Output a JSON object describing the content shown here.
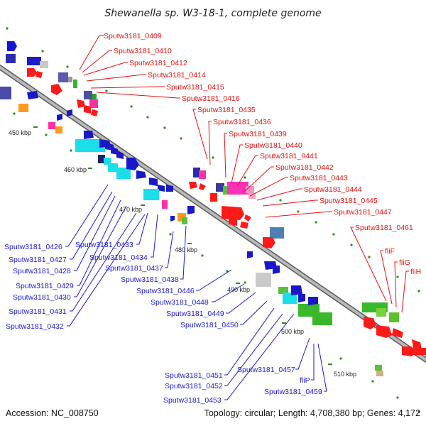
{
  "title": "Shewanella sp. W3-18-1, complete genome",
  "footer": {
    "accession": "Accession: NC_008750",
    "topology": "Topology: circular; Length: 4,708,380 bp; Genes: 4,172"
  },
  "colors": {
    "top_labels": "#e8100f",
    "bottom_labels": "#1a1adb",
    "backbone": "#8f8f8f"
  },
  "ticks": [
    "450 kbp",
    "460 kbp",
    "470 kbp",
    "480 kbp",
    "490 kbp",
    "500 kbp",
    "510 kbp"
  ],
  "top_labels": [
    "Sputw3181_0409",
    "Sputw3181_0410",
    "Sputw3181_0412",
    "Sputw3181_0414",
    "Sputw3181_0415",
    "Sputw3181_0416",
    "Sputw3181_0435",
    "Sputw3181_0436",
    "Sputw3181_0439",
    "Sputw3181_0440",
    "Sputw3181_0441",
    "Sputw3181_0442",
    "Sputw3181_0443",
    "Sputw3181_0444",
    "Sputw3181_0445",
    "Sputw3181_0447",
    "Sputw3181_0461",
    "fliF",
    "fliG",
    "fliH"
  ],
  "bottom_labels": [
    "Sputw3181_0426",
    "Sputw3181_0427",
    "Sputw3181_0428",
    "Sputw3181_0429",
    "Sputw3181_0430",
    "Sputw3181_0431",
    "Sputw3181_0432",
    "Sputw3181_0433",
    "Sputw3181_0434",
    "Sputw3181_0437",
    "Sputw3181_0438",
    "Sputw3181_0446",
    "Sputw3181_0448",
    "Sputw3181_0449",
    "Sputw3181_0450",
    "Sputw3181_0451",
    "Sputw3181_0452",
    "Sputw3181_0453",
    "Sputw3181_0457",
    "fliP",
    "Sputw3181_0459"
  ]
}
